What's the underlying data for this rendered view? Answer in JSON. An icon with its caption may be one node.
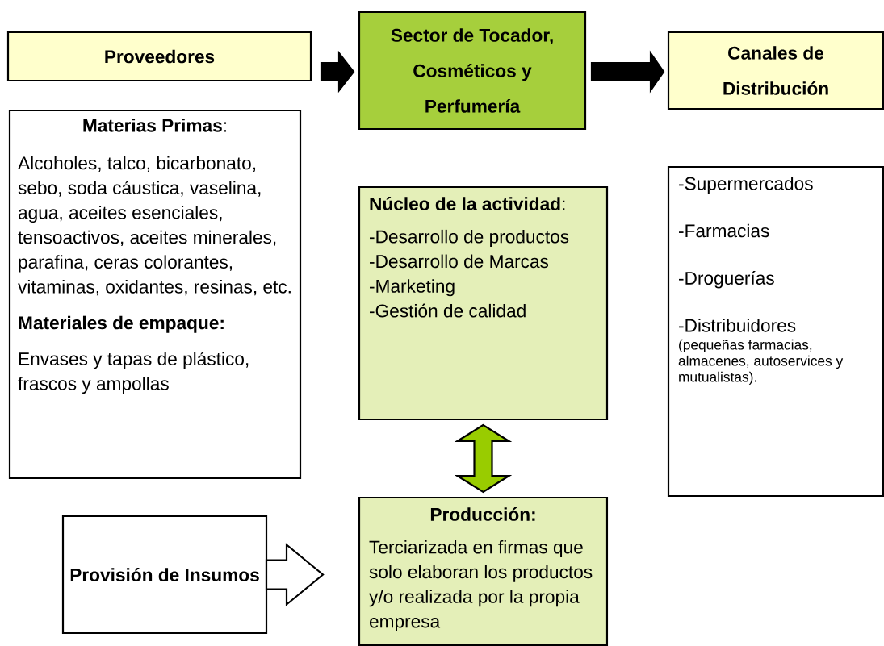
{
  "diagram": {
    "nodes": [
      {
        "text": [
          "Proveedores"
        ]
      },
      {
        "text": [
          "Sector de Tocador, Cosméticos y Perfumería"
        ]
      },
      {
        "text": [
          "Canales de Distribución"
        ]
      },
      {
        "text": [
          "**Materias Primas**:",
          "Alcoholes, talco, bicarbonato, sebo, soda cáustica, vaselina, agua, aceites esenciales, tensoactivos, aceites minerales, parafina, ceras colorantes, vitaminas, oxidantes, resinas, etc.",
          "Materiales de  empaque:",
          "Envases y tapas de plástico, frascos y ampollas"
        ]
      },
      {
        "text": [
          "**Núcleo de la  actividad**:",
          "-Desarrollo de productos",
          "-Desarrollo de Marcas",
          "-Marketing",
          "-Gestión de calidad"
        ]
      },
      {
        "text": [
          "-Supermercados",
          "-Farmacias",
          "-Droguerías",
          "-Distribuidores",
          "(pequeñas farmacias, almacenes, autoservices y mutualistas)."
        ]
      },
      {
        "text": [
          "Provisión de Insumos"
        ]
      },
      {
        "text": [
          "Producción:",
          "Terciarizada en firmas que solo elaboran los productos y/o realizada por la propia empresa"
        ]
      }
    ],
    "edges": [
      {
        "from": 0,
        "to": 1,
        "arrow": "to"
      },
      {
        "from": 1,
        "to": 2,
        "arrow": "to"
      },
      {
        "from": 4,
        "to": 7,
        "arrow": "both",
        "color": "#99cc00"
      },
      {
        "from": 6,
        "to": 7,
        "arrow": "to",
        "color": "#ffffff"
      }
    ]
  }
}
